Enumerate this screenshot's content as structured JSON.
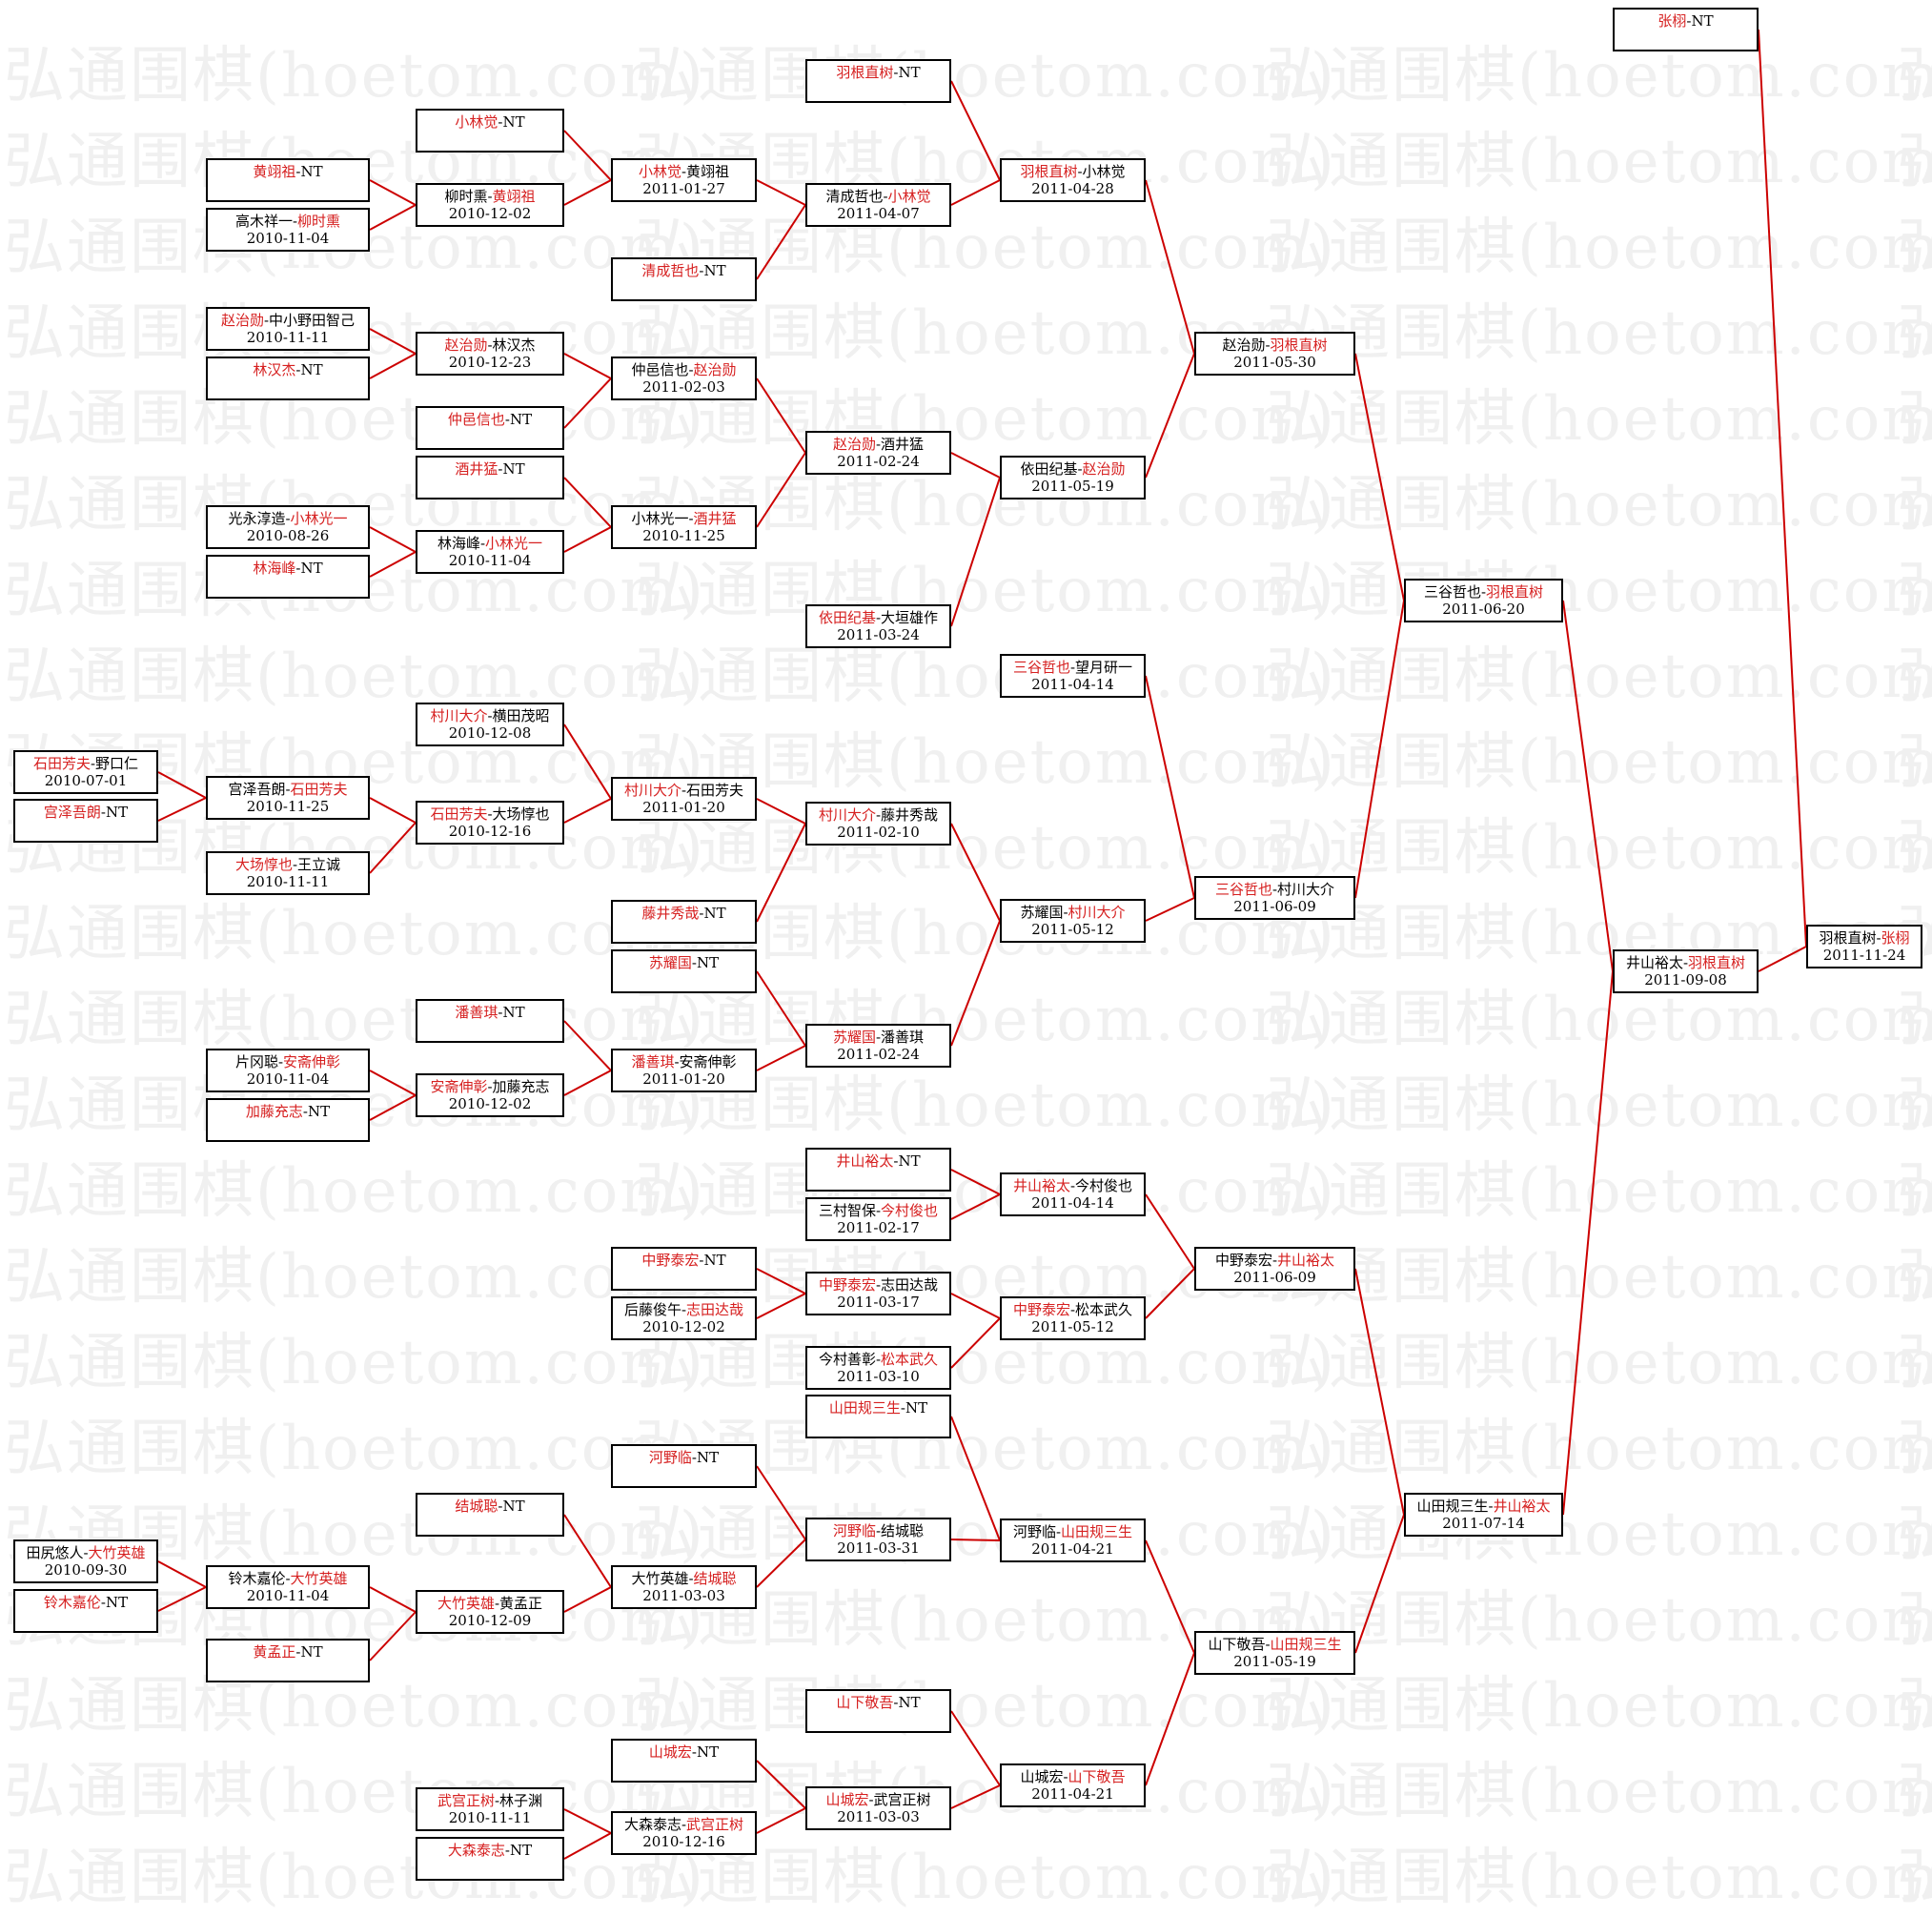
{
  "watermark": "弘通围棋(hoetom.com)",
  "colors": {
    "winner": "#d62020",
    "line": "#cc0000",
    "border": "#000000"
  },
  "matches": [
    {
      "id": "A1",
      "p1": "石田芳夫",
      "p2": "野口仁",
      "win": 1,
      "date": "2010-07-01"
    },
    {
      "id": "A2",
      "p1": "宫泽吾朗",
      "p2": "NT",
      "win": 1,
      "date": ""
    },
    {
      "id": "A3",
      "p1": "田尻悠人",
      "p2": "大竹英雄",
      "win": 2,
      "date": "2010-09-30"
    },
    {
      "id": "A4",
      "p1": "铃木嘉伦",
      "p2": "NT",
      "win": 1,
      "date": ""
    },
    {
      "id": "B1",
      "p1": "黄翊祖",
      "p2": "NT",
      "win": 1,
      "date": ""
    },
    {
      "id": "B2",
      "p1": "高木祥一",
      "p2": "柳时熏",
      "win": 2,
      "date": "2010-11-04"
    },
    {
      "id": "B3",
      "p1": "赵治勋",
      "p2": "中小野田智己",
      "win": 1,
      "date": "2010-11-11"
    },
    {
      "id": "B4",
      "p1": "林汉杰",
      "p2": "NT",
      "win": 1,
      "date": ""
    },
    {
      "id": "B5",
      "p1": "光永淳造",
      "p2": "小林光一",
      "win": 2,
      "date": "2010-08-26"
    },
    {
      "id": "B6",
      "p1": "林海峰",
      "p2": "NT",
      "win": 1,
      "date": ""
    },
    {
      "id": "B7",
      "p1": "宫泽吾朗",
      "p2": "石田芳夫",
      "win": 2,
      "date": "2010-11-25"
    },
    {
      "id": "B8",
      "p1": "大场惇也",
      "p2": "王立诚",
      "win": 1,
      "date": "2010-11-11"
    },
    {
      "id": "B9",
      "p1": "片冈聪",
      "p2": "安斋伸彰",
      "win": 2,
      "date": "2010-11-04"
    },
    {
      "id": "B10",
      "p1": "加藤充志",
      "p2": "NT",
      "win": 1,
      "date": ""
    },
    {
      "id": "B11",
      "p1": "铃木嘉伦",
      "p2": "大竹英雄",
      "win": 2,
      "date": "2010-11-04"
    },
    {
      "id": "B12",
      "p1": "黄孟正",
      "p2": "NT",
      "win": 1,
      "date": ""
    },
    {
      "id": "C1",
      "p1": "小林觉",
      "p2": "NT",
      "win": 1,
      "date": ""
    },
    {
      "id": "C2",
      "p1": "柳时熏",
      "p2": "黄翊祖",
      "win": 2,
      "date": "2010-12-02"
    },
    {
      "id": "C3",
      "p1": "赵治勋",
      "p2": "林汉杰",
      "win": 1,
      "date": "2010-12-23"
    },
    {
      "id": "C4",
      "p1": "仲邑信也",
      "p2": "NT",
      "win": 1,
      "date": ""
    },
    {
      "id": "C5",
      "p1": "酒井猛",
      "p2": "NT",
      "win": 1,
      "date": ""
    },
    {
      "id": "C6",
      "p1": "林海峰",
      "p2": "小林光一",
      "win": 2,
      "date": "2010-11-04"
    },
    {
      "id": "C7",
      "p1": "村川大介",
      "p2": "横田茂昭",
      "win": 1,
      "date": "2010-12-08"
    },
    {
      "id": "C8",
      "p1": "石田芳夫",
      "p2": "大场惇也",
      "win": 1,
      "date": "2010-12-16"
    },
    {
      "id": "C9",
      "p1": "潘善琪",
      "p2": "NT",
      "win": 1,
      "date": ""
    },
    {
      "id": "C10",
      "p1": "安斋伸彰",
      "p2": "加藤充志",
      "win": 1,
      "date": "2010-12-02"
    },
    {
      "id": "C11",
      "p1": "结城聪",
      "p2": "NT",
      "win": 1,
      "date": ""
    },
    {
      "id": "C12",
      "p1": "大竹英雄",
      "p2": "黄孟正",
      "win": 1,
      "date": "2010-12-09"
    },
    {
      "id": "C13",
      "p1": "武宫正树",
      "p2": "林子渊",
      "win": 1,
      "date": "2010-11-11"
    },
    {
      "id": "C14",
      "p1": "大森泰志",
      "p2": "NT",
      "win": 1,
      "date": ""
    },
    {
      "id": "D1",
      "p1": "小林觉",
      "p2": "黄翊祖",
      "win": 1,
      "date": "2011-01-27"
    },
    {
      "id": "D2",
      "p1": "清成哲也",
      "p2": "NT",
      "win": 1,
      "date": ""
    },
    {
      "id": "D3",
      "p1": "仲邑信也",
      "p2": "赵治勋",
      "win": 2,
      "date": "2011-02-03"
    },
    {
      "id": "D4",
      "p1": "小林光一",
      "p2": "酒井猛",
      "win": 2,
      "date": "2010-11-25"
    },
    {
      "id": "D5",
      "p1": "村川大介",
      "p2": "石田芳夫",
      "win": 1,
      "date": "2011-01-20"
    },
    {
      "id": "D6",
      "p1": "藤井秀哉",
      "p2": "NT",
      "win": 1,
      "date": ""
    },
    {
      "id": "D7",
      "p1": "苏耀国",
      "p2": "NT",
      "win": 1,
      "date": ""
    },
    {
      "id": "D8",
      "p1": "潘善琪",
      "p2": "安斋伸彰",
      "win": 1,
      "date": "2011-01-20"
    },
    {
      "id": "D9",
      "p1": "中野泰宏",
      "p2": "NT",
      "win": 1,
      "date": ""
    },
    {
      "id": "D10",
      "p1": "后藤俊午",
      "p2": "志田达哉",
      "win": 2,
      "date": "2010-12-02"
    },
    {
      "id": "D11",
      "p1": "河野临",
      "p2": "NT",
      "win": 1,
      "date": ""
    },
    {
      "id": "D12",
      "p1": "大竹英雄",
      "p2": "结城聪",
      "win": 2,
      "date": "2011-03-03"
    },
    {
      "id": "D13",
      "p1": "山城宏",
      "p2": "NT",
      "win": 1,
      "date": ""
    },
    {
      "id": "D14",
      "p1": "大森泰志",
      "p2": "武宫正树",
      "win": 2,
      "date": "2010-12-16"
    },
    {
      "id": "E1",
      "p1": "羽根直树",
      "p2": "NT",
      "win": 1,
      "date": ""
    },
    {
      "id": "E2",
      "p1": "清成哲也",
      "p2": "小林觉",
      "win": 2,
      "date": "2011-04-07"
    },
    {
      "id": "E3",
      "p1": "赵治勋",
      "p2": "酒井猛",
      "win": 1,
      "date": "2011-02-24"
    },
    {
      "id": "E4",
      "p1": "依田纪基",
      "p2": "大垣雄作",
      "win": 1,
      "date": "2011-03-24"
    },
    {
      "id": "E5",
      "p1": "村川大介",
      "p2": "藤井秀哉",
      "win": 1,
      "date": "2011-02-10"
    },
    {
      "id": "E6",
      "p1": "苏耀国",
      "p2": "潘善琪",
      "win": 1,
      "date": "2011-02-24"
    },
    {
      "id": "E7",
      "p1": "井山裕太",
      "p2": "NT",
      "win": 1,
      "date": ""
    },
    {
      "id": "E8",
      "p1": "三村智保",
      "p2": "今村俊也",
      "win": 2,
      "date": "2011-02-17"
    },
    {
      "id": "E9",
      "p1": "中野泰宏",
      "p2": "志田达哉",
      "win": 1,
      "date": "2011-03-17"
    },
    {
      "id": "E10",
      "p1": "今村善彰",
      "p2": "松本武久",
      "win": 2,
      "date": "2011-03-10"
    },
    {
      "id": "E11",
      "p1": "山田规三生",
      "p2": "NT",
      "win": 1,
      "date": ""
    },
    {
      "id": "E12",
      "p1": "河野临",
      "p2": "结城聪",
      "win": 1,
      "date": "2011-03-31"
    },
    {
      "id": "E13",
      "p1": "山下敬吾",
      "p2": "NT",
      "win": 1,
      "date": ""
    },
    {
      "id": "E14",
      "p1": "山城宏",
      "p2": "武宫正树",
      "win": 1,
      "date": "2011-03-03"
    },
    {
      "id": "F1",
      "p1": "羽根直树",
      "p2": "小林觉",
      "win": 1,
      "date": "2011-04-28"
    },
    {
      "id": "F2",
      "p1": "依田纪基",
      "p2": "赵治勋",
      "win": 2,
      "date": "2011-05-19"
    },
    {
      "id": "F3",
      "p1": "三谷哲也",
      "p2": "望月研一",
      "win": 1,
      "date": "2011-04-14"
    },
    {
      "id": "F4",
      "p1": "苏耀国",
      "p2": "村川大介",
      "win": 2,
      "date": "2011-05-12"
    },
    {
      "id": "F5",
      "p1": "井山裕太",
      "p2": "今村俊也",
      "win": 1,
      "date": "2011-04-14"
    },
    {
      "id": "F6",
      "p1": "中野泰宏",
      "p2": "松本武久",
      "win": 1,
      "date": "2011-05-12"
    },
    {
      "id": "F7",
      "p1": "河野临",
      "p2": "山田规三生",
      "win": 2,
      "date": "2011-04-21"
    },
    {
      "id": "F8",
      "p1": "山城宏",
      "p2": "山下敬吾",
      "win": 2,
      "date": "2011-04-21"
    },
    {
      "id": "G1",
      "p1": "赵治勋",
      "p2": "羽根直树",
      "win": 2,
      "date": "2011-05-30"
    },
    {
      "id": "G2",
      "p1": "三谷哲也",
      "p2": "村川大介",
      "win": 1,
      "date": "2011-06-09"
    },
    {
      "id": "G3",
      "p1": "中野泰宏",
      "p2": "井山裕太",
      "win": 2,
      "date": "2011-06-09"
    },
    {
      "id": "G4",
      "p1": "山下敬吾",
      "p2": "山田规三生",
      "win": 2,
      "date": "2011-05-19"
    },
    {
      "id": "H1",
      "p1": "三谷哲也",
      "p2": "羽根直树",
      "win": 2,
      "date": "2011-06-20"
    },
    {
      "id": "H2",
      "p1": "山田规三生",
      "p2": "井山裕太",
      "win": 2,
      "date": "2011-07-14"
    },
    {
      "id": "I1",
      "p1": "井山裕太",
      "p2": "羽根直树",
      "win": 2,
      "date": "2011-09-08"
    },
    {
      "id": "J1",
      "p1": "张栩",
      "p2": "NT",
      "win": 1,
      "date": ""
    },
    {
      "id": "K1",
      "p1": "羽根直树",
      "p2": "张栩",
      "win": 2,
      "date": "2011-11-24"
    }
  ]
}
